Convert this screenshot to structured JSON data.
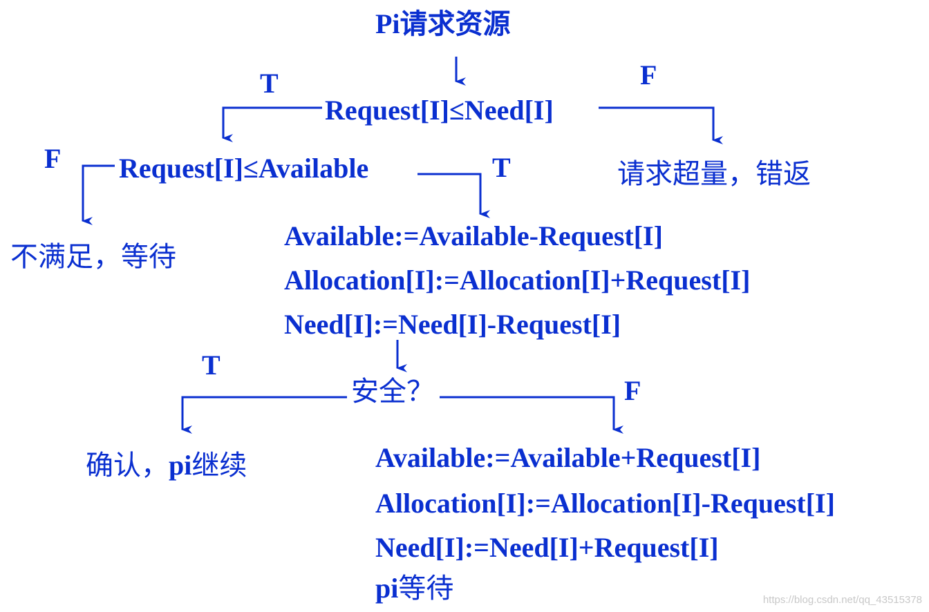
{
  "colors": {
    "primary": "#0a2fd0"
  },
  "nodes": {
    "start": "Pi请求资源",
    "cond1": "Request[I]≤Need[I]",
    "cond2": "Request[I]≤Available",
    "err": "请求超量，错返",
    "wait": "不满足，等待",
    "alloc": [
      "Available:=Available-Request[I]",
      "Allocation[I]:=Allocation[I]+Request[I]",
      "Need[I]:=Need[I]-Request[I]"
    ],
    "safe": "安全？",
    "confirm_prefix": "确认，",
    "confirm_bold": "pi",
    "confirm_suffix": "继续",
    "rollback": [
      "Available:=Available+Request[I]",
      "Allocation[I]:=Allocation[I]-Request[I]",
      "Need[I]:=Need[I]+Request[I]"
    ],
    "final_bold": "pi",
    "final_suffix": "等待"
  },
  "labels": {
    "cond1_true": "T",
    "cond1_false": "F",
    "cond2_false": "F",
    "cond2_true": "T",
    "safe_true": "T",
    "safe_false": "F"
  },
  "watermark": "https://blog.csdn.net/qq_43515378"
}
